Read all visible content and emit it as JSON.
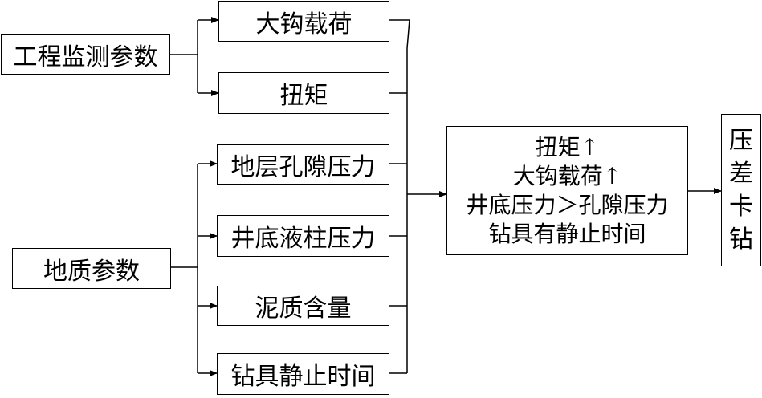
{
  "sources": {
    "engineering": "工程监测参数",
    "geology": "地质参数"
  },
  "params": {
    "hook_load": "大钩载荷",
    "torque": "扭矩",
    "pore_pressure": "地层孔隙压力",
    "bottom_pressure": "井底液柱压力",
    "clay_content": "泥质含量",
    "static_time": "钻具静止时间"
  },
  "condition": {
    "lines": [
      "扭矩↑",
      "大钩载荷↑",
      "井底压力＞孔隙压力",
      "钻具有静止时间"
    ]
  },
  "result": {
    "chars": [
      "压",
      "差",
      "卡",
      "钻"
    ]
  }
}
